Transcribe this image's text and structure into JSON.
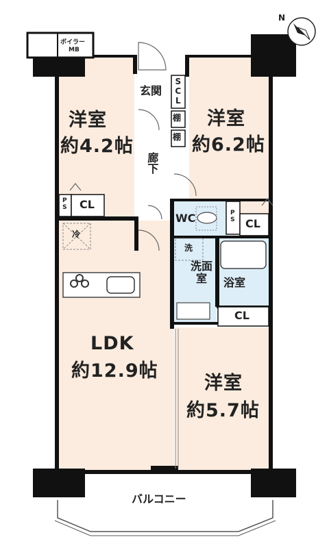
{
  "rooms": {
    "western_room_1": {
      "name": "洋室",
      "size": "約4.2帖"
    },
    "western_room_2": {
      "name": "洋室",
      "size": "約6.2帖"
    },
    "western_room_3": {
      "name": "洋室",
      "size": "約5.7帖"
    },
    "ldk": {
      "name": "LDK",
      "size": "約12.9帖"
    },
    "entrance": "玄関",
    "corridor": "廊下",
    "toilet": "WC",
    "washroom": "洗面室",
    "bathroom": "浴室",
    "balcony": "バルコニー"
  },
  "storage": {
    "scl": "SCL",
    "shelf_1": "棚",
    "shelf_2": "棚",
    "cl_1": "CL",
    "cl_2": "CL",
    "cl_3": "CL",
    "ps_1": "PS",
    "ps_2": "PS"
  },
  "equipment": {
    "boiler": "ボイラー",
    "meter_box": "MB",
    "fridge": "冷",
    "washer": "洗"
  },
  "compass_label": "N",
  "colors": {
    "room_floor": "#fcecdf",
    "wet_area": "#ddeef9",
    "wall": "#111111",
    "kitchen_counter": "#ffffff"
  }
}
